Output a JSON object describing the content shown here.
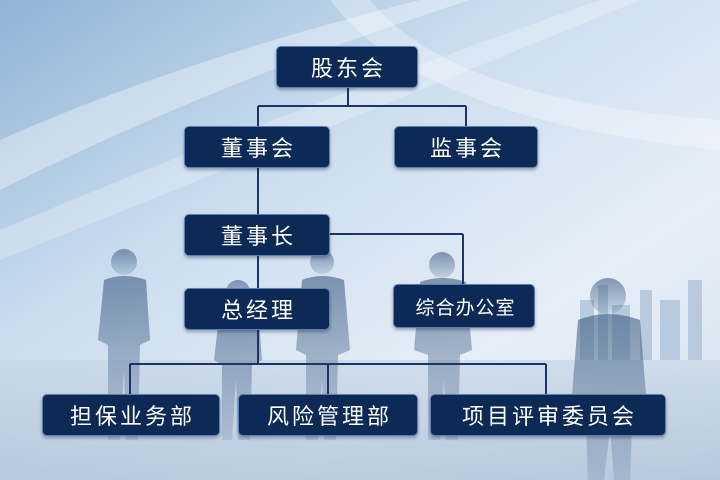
{
  "org_chart": {
    "shareholders": "股东会",
    "board": "董事会",
    "supervisors": "监事会",
    "chairman": "董事长",
    "general_manager": "总经理",
    "general_office": "综合办公室",
    "guarantee_dept": "担保业务部",
    "risk_dept": "风险管理部",
    "review_committee": "项目评审委员会"
  },
  "colors": {
    "node_fill": "#0d2a56",
    "connector": "#1c3566",
    "background": "#dbe7f3"
  }
}
